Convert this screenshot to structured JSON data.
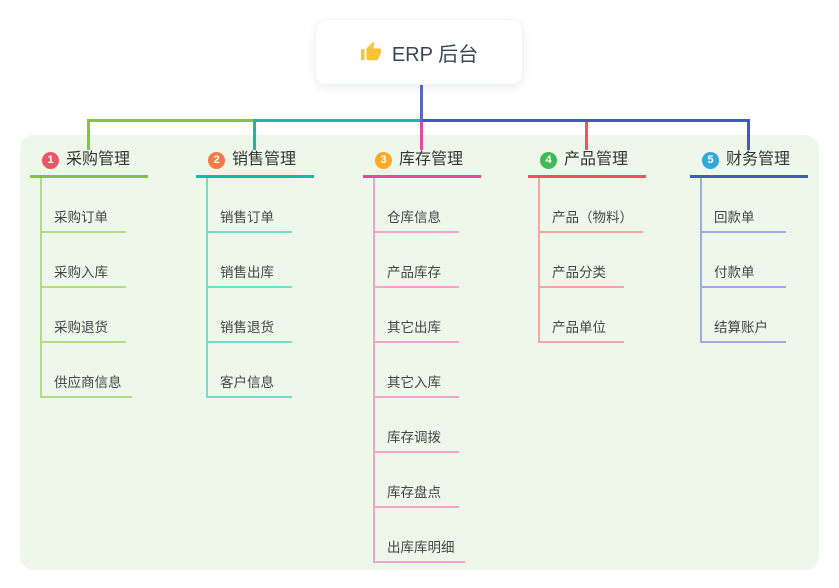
{
  "root": {
    "label": "ERP 后台",
    "icon": "thumbs-up-icon",
    "icon_color": "#f7c23c"
  },
  "canvas": {
    "background": "#ffffff",
    "panel_color": "#edf7ea"
  },
  "connector": {
    "root_line_color": "#5c68c9"
  },
  "branches": [
    {
      "num": "1",
      "label": "采购管理",
      "badge_color": "#ef5566",
      "line_color": "#85c440",
      "child_line_color": "#b5da8c",
      "children": [
        "采购订单",
        "采购入库",
        "采购退货",
        "供应商信息"
      ]
    },
    {
      "num": "2",
      "label": "销售管理",
      "badge_color": "#f97a45",
      "line_color": "#0bbfab",
      "child_line_color": "#7ed8c8",
      "children": [
        "销售订单",
        "销售出库",
        "销售退货",
        "客户信息"
      ]
    },
    {
      "num": "3",
      "label": "库存管理",
      "badge_color": "#fca928",
      "line_color": "#e8479c",
      "child_line_color": "#f2a3ca",
      "children": [
        "仓库信息",
        "产品库存",
        "其它出库",
        "其它入库",
        "库存调拨",
        "库存盘点",
        "出库库明细"
      ]
    },
    {
      "num": "4",
      "label": "产品管理",
      "badge_color": "#41b957",
      "line_color": "#f8505e",
      "child_line_color": "#f8a2a7",
      "children": [
        "产品（物料）",
        "产品分类",
        "产品单位"
      ]
    },
    {
      "num": "5",
      "label": "财务管理",
      "badge_color": "#31a8dd",
      "line_color": "#4257c8",
      "child_line_color": "#9fabdc",
      "children": [
        "回款单",
        "付款单",
        "结算账户"
      ]
    }
  ]
}
